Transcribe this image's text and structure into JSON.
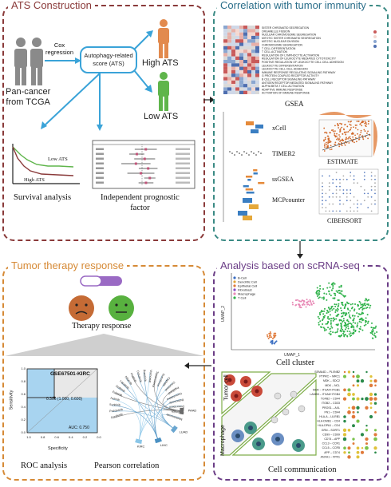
{
  "panels": {
    "ats_construction": {
      "title": "ATS Construction",
      "source_label": "Pan-cancer\nfrom TCGA",
      "regression_label": "Cox\nregression",
      "score_box": "Autophagy-related\nscore (ATS)",
      "high_label": "High ATS",
      "low_label": "Low ATS",
      "survival_label": "Survival analysis",
      "survival_high": "High ATS",
      "survival_low": "Low ATS",
      "prognostic_label": "Independent prognostic\nfactor"
    },
    "tumor_immunity": {
      "title": "Correlation with tumor immunity",
      "gsea_label": "GSEA",
      "gsea_terms": [
        "SISTER CHROMATID SEGREGATION",
        "ORGANELLE FISSION",
        "NUCLEAR CHROMOSOME SEGREGATION",
        "MITOTIC SISTER CHROMATID SEGREGATION",
        "MITOTIC NUCLEAR DIVISION",
        "CHROMOSOME SEGREGATION",
        "T CELL DIFFERENTIATION",
        "T CELL ACTIVATION",
        "REGULATION OF LYMPHOCYTE ACTIVATION",
        "REGULATION OF LEUKOCYTE MEDIATED CYTOTOXICITY",
        "POSITIVE REGULATION OF LEUKOCYTE CELL CELL ADHESION",
        "LEUKOCYTE DIFFERENTIATION",
        "LEUKOCYTE CELL CELL ADHESION",
        "IMMUNE RESPONSE REGULATING SIGNALING PATHWAY",
        "G PROTEIN COUPLED RECEPTOR ACTIVITY",
        "B CELL RECEPTOR SIGNALING PATHWAY",
        "ANTIGEN RECEPTOR MEDIATED SIGNALING PATHWAY",
        "ALPHA BETA T CELL ACTIVATION",
        "ADAPTIVE IMMUNE RESPONSE",
        "ACTIVATION OF IMMUNE RESPONSE"
      ],
      "methods": [
        "xCell",
        "TIMER2",
        "ssGSEA",
        "MCPcounter"
      ],
      "estimate_label": "ESTIMATE",
      "cibersort_label": "CIBERSORT"
    },
    "scrna": {
      "title": "Analysis based on scRNA-seq",
      "legend": [
        "B-Cell",
        "Dendritic Cell",
        "Epithelial Cell",
        "Fibroblast",
        "Macrophage",
        "T Cell"
      ],
      "xaxis": "UMAP_1",
      "yaxis": "UMAP_2",
      "cluster_label": "Cell cluster",
      "comm_label": "Cell communication",
      "tumor_cell_label": "Tumor cell",
      "macrophage_label": "Macrophage",
      "pairs": [
        "SEMA4D – PLXNB2",
        "PTPRC – MRC1",
        "MDK – SDC2",
        "MDK – NCL",
        "MDK – ITGA4+ITGB1",
        "LAMB3 – ITGA6+ITGB4",
        "TGFB2 – CD44",
        "ITGB2 – CD33",
        "PROS1 – AXL",
        "FN1 – CD44",
        "HLA-A – LILRB1",
        "HLA-DMB1 – CD4",
        "HLA-DPA1 – CD4",
        "GRN – SORT1",
        "CD99 – CD99",
        "CD74 – APP",
        "CCL3 – CCR1",
        "CCL5 – CCR5",
        "APP – CD74",
        "ANXA1 – FPR1"
      ]
    },
    "therapy": {
      "title": "Tumor therapy response",
      "therapy_label": "Therapy response",
      "roc_title": "GSE67501-KIRC",
      "roc_auc": "AUC: 0.750",
      "roc_point": "0.306 (1.000, 0.600)",
      "roc_xlabel": "Specificity",
      "roc_ylabel": "Sensitivity",
      "roc_ticks": [
        "1.0",
        "0.8",
        "0.6",
        "0.4",
        "0.2",
        "0.0"
      ],
      "roc_label": "ROC analysis",
      "pearson_label": "Pearson correlation",
      "drugs": [
        "Sorafenib",
        "Pazopanib",
        "Sunitinib",
        "Axitinib",
        "Erlotinib",
        "Gefitinib",
        "Lapatinib",
        "Nilotinib",
        "Imatinib",
        "Dasatinib",
        "Bosutinib",
        "Vorinostat",
        "Temsirolimus",
        "Everolimus",
        "Cisplatin",
        "Docetaxel",
        "Paclitaxel",
        "Gemcitabine",
        "Bortezomib",
        "Doxorubicin",
        "Etoposide",
        "Methotrexate"
      ],
      "categories": [
        "PAAD",
        "LUAD",
        "LIHC",
        "KIRC"
      ]
    }
  },
  "colors": {
    "ats": "#8a3a3a",
    "immunity": "#3a8a84",
    "scrna": "#6b3d86",
    "therapy": "#d68a36",
    "arrow": "#3aa3d8",
    "high": "#e28a4e",
    "low": "#5fb54b",
    "person": "#8a8a8a"
  }
}
